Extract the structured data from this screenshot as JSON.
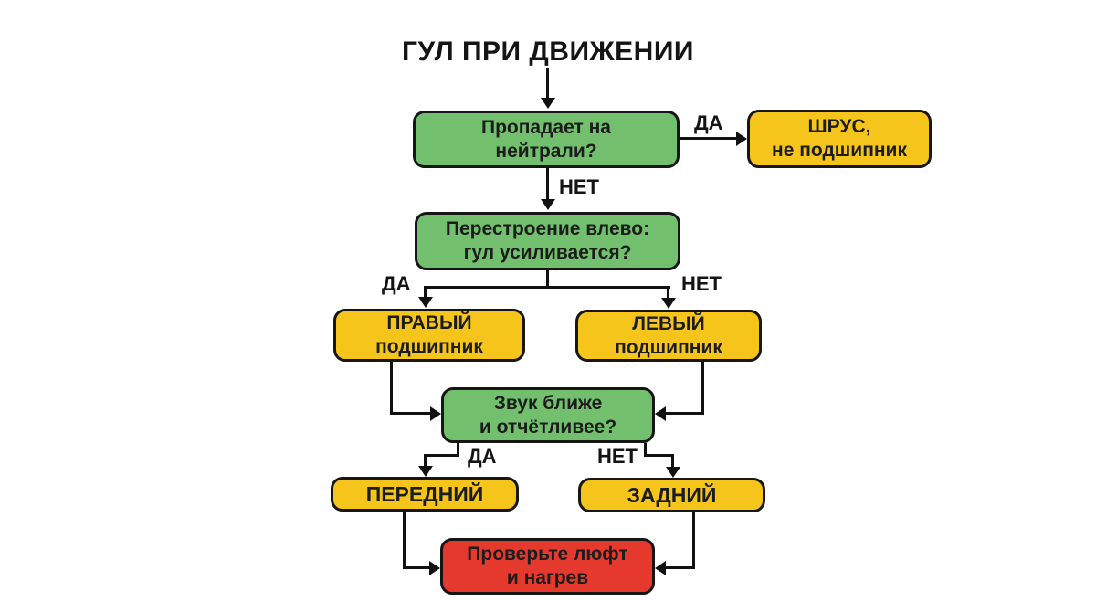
{
  "title": "ГУЛ ПРИ ДВИЖЕНИИ",
  "palette": {
    "question_fill": "#72c06d",
    "result_fill": "#f5c51b",
    "warning_fill": "#e5392e",
    "border": "#161616",
    "line": "#111111",
    "text": "#1c1c1c",
    "background": "#ffffff"
  },
  "nodes": {
    "q_neutral": {
      "line1": "Пропадает на",
      "line2": "нейтрали?"
    },
    "shrus": {
      "line1": "ШРУС,",
      "line2": "не подшипник"
    },
    "q_lane_change": {
      "line1": "Перестроение влево:",
      "line2": "гул усиливается?"
    },
    "right_bearing": {
      "line1": "ПРАВЫЙ",
      "line2": "подшипник"
    },
    "left_bearing": {
      "line1": "ЛЕВЫЙ",
      "line2": "подшипник"
    },
    "q_sound_closer": {
      "line1": "Звук ближе",
      "line2": "и отчётливее?"
    },
    "front": {
      "line1": "ПЕРЕДНИЙ"
    },
    "rear": {
      "line1": "ЗАДНИЙ"
    },
    "final_check": {
      "line1": "Проверьте люфт",
      "line2": "и нагрев"
    }
  },
  "edge_labels": {
    "q1_yes": "ДА",
    "q1_no": "НЕТ",
    "q2_yes": "ДА",
    "q2_no": "НЕТ",
    "q3_yes": "ДА",
    "q3_no": "НЕТ"
  }
}
